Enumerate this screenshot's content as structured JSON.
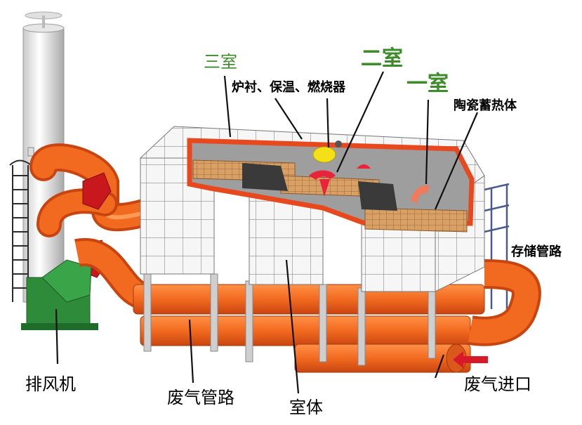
{
  "labels": {
    "room3": "三室",
    "room2": "二室",
    "room1": "一室",
    "lining": "炉衬、保温、燃烧器",
    "ceramic": "陶瓷蓄热体",
    "storage_pipe": "存储管路",
    "exhaust_fan": "排风机",
    "waste_pipe": "废气管路",
    "chamber": "室体",
    "waste_inlet": "废气进口"
  },
  "colors": {
    "pipe": "#f26a1f",
    "fan": "#c8181e",
    "lining": "#e8481e",
    "label_green": "#3d8c2a",
    "burner": "#f3e016",
    "panel": "#f4f4f4",
    "grid_line": "#8a8a8a",
    "ceramic": "#d9a066"
  }
}
